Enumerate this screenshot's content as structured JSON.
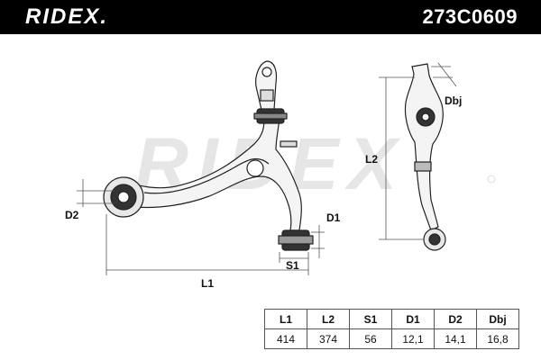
{
  "header": {
    "brand": "RIDEX.",
    "part_number": "273C0609",
    "background_color": "#000000",
    "text_color": "#ffffff"
  },
  "watermark": {
    "text": "RIDEX"
  },
  "dimension_labels": {
    "d2": "D2",
    "d1": "D1",
    "s1": "S1",
    "l1": "L1",
    "l2": "L2",
    "dbj": "Dbj"
  },
  "spec_table": {
    "headers": [
      "L1",
      "L2",
      "S1",
      "D1",
      "D2",
      "Dbj"
    ],
    "values": [
      "414",
      "374",
      "56",
      "12,1",
      "14,1",
      "16,8"
    ]
  }
}
